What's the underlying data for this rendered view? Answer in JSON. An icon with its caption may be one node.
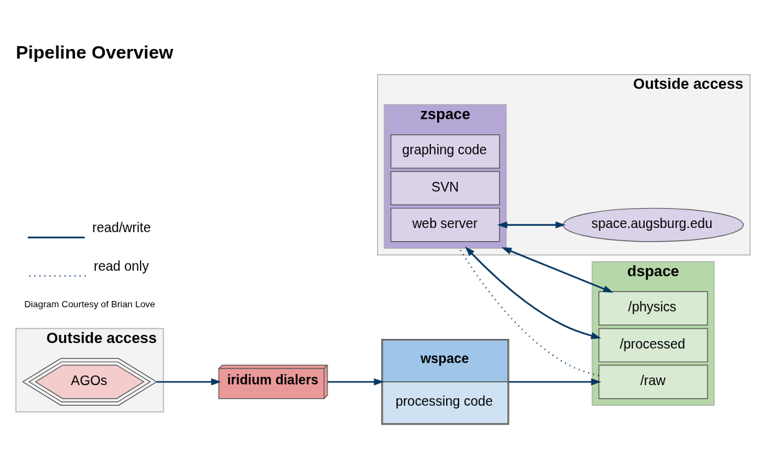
{
  "diagram": {
    "title": "Pipeline Overview",
    "nodes": [
      {
        "text": [
          "iridium dialers"
        ]
      },
      {
        "text": [
          "Outside access"
        ]
      },
      {
        "text": [
          "AGOs"
        ],
        "in": 1
      },
      {
        "text": [
          "dspace"
        ]
      },
      {
        "text": [
          "/raw"
        ],
        "in": 3
      },
      {
        "text": [
          "/processed"
        ],
        "in": 3
      },
      {
        "text": [
          "/physics"
        ],
        "in": 3
      },
      {
        "text": [
          "wspace",
          "processing code"
        ]
      },
      {
        "text": [
          "Outside access"
        ]
      },
      {
        "text": [
          "zspace"
        ],
        "in": 8
      },
      {
        "text": [
          "web server"
        ],
        "in": 9
      },
      {
        "text": [
          "SVN"
        ],
        "in": 9
      },
      {
        "text": [
          "graphing code"
        ],
        "in": 9
      },
      {
        "text": [
          "space.augsburg.edu"
        ],
        "in": 8
      }
    ],
    "edges": [
      {
        "from": 2,
        "to": 0,
        "arrow": "to"
      },
      {
        "from": 0,
        "to": 7,
        "arrow": "to"
      },
      {
        "from": 7,
        "to": 4,
        "arrow": "to"
      },
      {
        "from": 9,
        "to": 5,
        "arrow": "both"
      },
      {
        "from": 9,
        "to": 6,
        "arrow": "both"
      },
      {
        "from": 4,
        "to": 9,
        "arrow": "none",
        "style": "dashed"
      },
      {
        "from": 10,
        "to": 13,
        "arrow": "both"
      }
    ],
    "labels": [
      "Diagram Courtesy of Brian Love"
    ],
    "legend": [
      {
        "text": "read/write"
      },
      {
        "text": "read only"
      }
    ]
  }
}
